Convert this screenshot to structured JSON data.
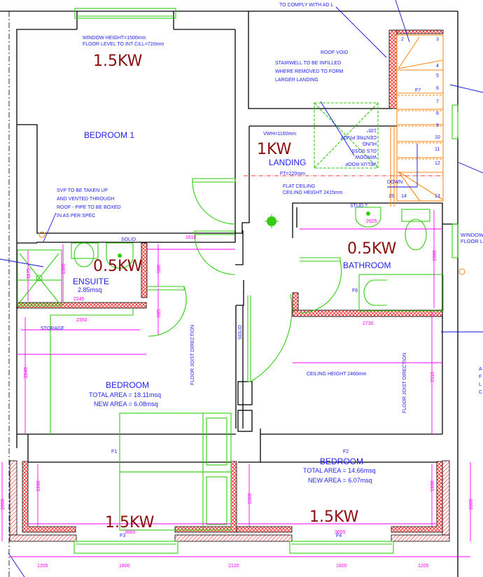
{
  "notes": {
    "comply": "TO COMPLY WITH AD L",
    "window_height": "WINDOW HEIGHT=1500mm",
    "floor_level": "FLOOR LEVEL TO INT CILL=720mm",
    "roof_void": "ROOF VOID",
    "stairwell": [
      "STAIRWELL TO BE INFILLED",
      "WHERE REMOVED TO FORM",
      "LARGER LANDING"
    ],
    "vwh": "VWH=1160mm",
    "ft": "FT=220mm",
    "velux": [
      "VELUX ROOF",
      "WINDOW",
      "GLS SOSS",
      "HUNG",
      "CENTRE PIVOT",
      "135°"
    ],
    "flat_ceiling": [
      "FLAT CEILING",
      "CEILING HEIGHT 2415mm"
    ],
    "svp": [
      "SVP TO BE TAKEN UP",
      "AND VENTED THROUGH",
      "ROOF - PIPE TO BE BOXED",
      "IN AS PER SPEC"
    ],
    "solid": "SOLID",
    "stud": "STUD ?",
    "storage": "STORAGE",
    "joist": "FLOOR JOIST DIRECTION",
    "ceiling_2460": "CEILING HEIGHT 2460mm",
    "window_right": [
      "WINDOW",
      "FLOOR L"
    ],
    "right_edge_letters": [
      "A",
      "F",
      "L",
      "C"
    ],
    "down": "DOWN"
  },
  "rooms": {
    "bedroom1": {
      "label": "BEDROOM 1",
      "heater": "1.5KW"
    },
    "landing": {
      "label": "LANDING",
      "heater": "1KW"
    },
    "ensuite": {
      "label": "ENSUITE",
      "area": "2.85msq",
      "heater": "0.5KW"
    },
    "bathroom": {
      "label": "BATHROOM",
      "heater": "0.5KW"
    },
    "bedroom_left": {
      "label": "BEDROOM",
      "total": "TOTAL AREA = 18.11msq",
      "new": "NEW AREA = 6.08msq",
      "heater": "1.5KW"
    },
    "bedroom_right": {
      "label": "BEDROOM",
      "total": "TOTAL AREA = 14.66msq",
      "new": "NEW AREA = 6.07msq",
      "heater": "1.5KW"
    }
  },
  "stair_numbers": [
    "2",
    "3",
    "4",
    "5",
    "6",
    "7",
    "8",
    "9",
    "10",
    "11",
    "12",
    "13",
    "14",
    "15"
  ],
  "floor_marks": {
    "f1": "F1",
    "f2": "F2",
    "f3": "F3",
    "f4": "F4",
    "f6": "F6",
    "f7": "F7"
  },
  "dimensions": {
    "d1175": "1175",
    "d1300": "1300",
    "d580": "580",
    "d1610": "1610",
    "d695": "695",
    "d2245": "2245",
    "d2350": "2350",
    "d2625": "2625",
    "d1900": "1900",
    "d2730": "2730",
    "d2240": "2240",
    "d2110": "2110",
    "d1930a": "1930",
    "d1660": "1660",
    "d1930b": "1930",
    "d2000a": "2000",
    "d2000b": "2000",
    "d3665": "3665",
    "d3655": "3655",
    "b1205a": "1205",
    "b1800a": "1800",
    "b2120": "2120",
    "b1800b": "1800",
    "b1205b": "1205"
  },
  "colors": {
    "walls": "#000000",
    "fixtures": "#33cc11",
    "stairs": "#ff8a1a",
    "dimensions": "#ff00ff",
    "annotations": "#2222ee",
    "heater": "#8b0d0d"
  }
}
